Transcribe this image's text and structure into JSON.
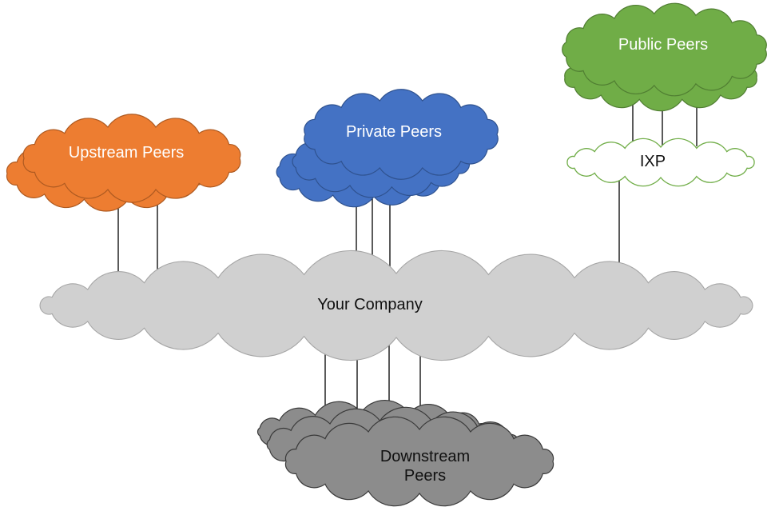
{
  "diagram": {
    "nodes": {
      "upstream": {
        "label": "Upstream Peers",
        "fill": "#ED7D31",
        "stroke": "#AE5A21"
      },
      "private": {
        "label": "Private Peers",
        "fill": "#4472C4",
        "stroke": "#2F528F"
      },
      "public": {
        "label": "Public Peers",
        "fill": "#70AD47",
        "stroke": "#507E32"
      },
      "ixp": {
        "label": "IXP",
        "fill": "#FFFFFF",
        "stroke": "#70AD47"
      },
      "company": {
        "label": "Your Company",
        "fill": "#D0D0D0",
        "stroke": "#A6A6A6"
      },
      "downstream": {
        "label_line1": "Downstream",
        "label_line2": "Peers",
        "fill": "#8C8C8C",
        "stroke": "#3A3A3A"
      }
    },
    "links": [
      {
        "from": "upstream",
        "to": "company",
        "count": 2
      },
      {
        "from": "private",
        "to": "company",
        "count": 3
      },
      {
        "from": "public",
        "to": "ixp",
        "count": 3
      },
      {
        "from": "ixp",
        "to": "company",
        "count": 1
      },
      {
        "from": "company",
        "to": "downstream",
        "count": 4
      }
    ],
    "line_color": "#000000"
  }
}
